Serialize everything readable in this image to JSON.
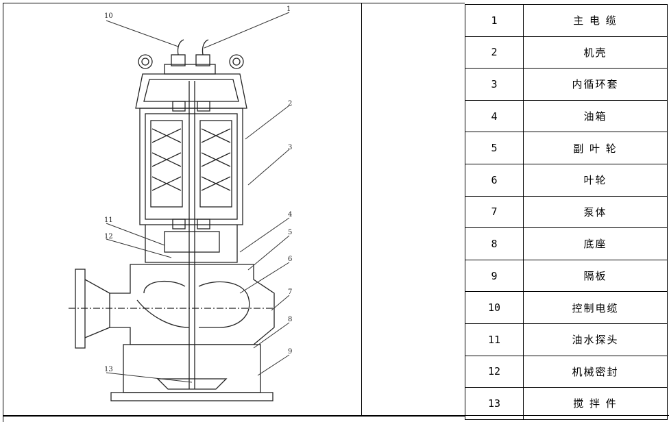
{
  "parts_table": [
    {
      "no": "1",
      "name": "主 电 缆"
    },
    {
      "no": "2",
      "name": "机壳"
    },
    {
      "no": "3",
      "name": "内循环套"
    },
    {
      "no": "4",
      "name": "油箱"
    },
    {
      "no": "5",
      "name": "副 叶 轮"
    },
    {
      "no": "6",
      "name": "叶轮"
    },
    {
      "no": "7",
      "name": "泵体"
    },
    {
      "no": "8",
      "name": "底座"
    },
    {
      "no": "9",
      "name": "隔板"
    },
    {
      "no": "10",
      "name": "控制电缆"
    },
    {
      "no": "11",
      "name": "油水探头"
    },
    {
      "no": "12",
      "name": "机械密封"
    },
    {
      "no": "13",
      "name": "搅 拌 件"
    }
  ],
  "callouts": [
    "10",
    "1",
    "2",
    "3",
    "11",
    "12",
    "4",
    "5",
    "6",
    "7",
    "8",
    "9",
    "13"
  ]
}
